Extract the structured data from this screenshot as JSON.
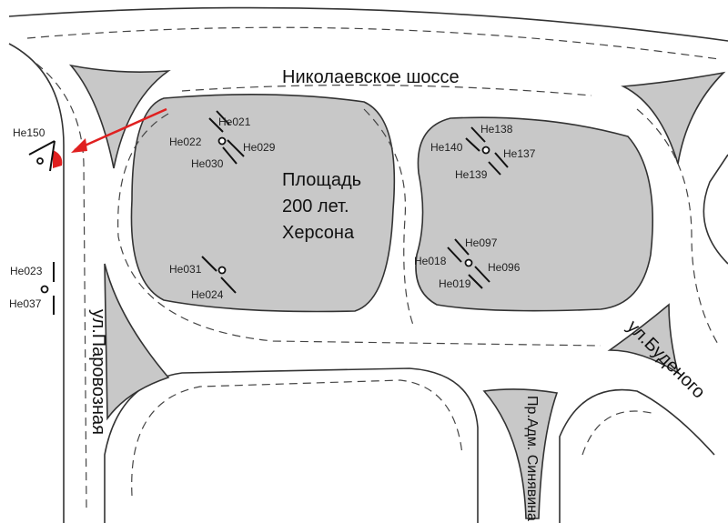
{
  "streets": {
    "top": "Николаевское шоссе",
    "left": "ул.Паровозная",
    "right": "ул.Буденого",
    "bottom": "Пр.Адм. Синявина"
  },
  "square": [
    "Площадь",
    "200 лет.",
    "Херсона"
  ],
  "markers": {
    "m150": "Не150",
    "m021": "Не021",
    "m022": "Не022",
    "m029": "Не029",
    "m030": "Не030",
    "m031": "Не031",
    "m024": "Не024",
    "m023": "Не023",
    "m037": "Не037",
    "m138": "Не138",
    "m140": "Не140",
    "m137": "Не137",
    "m139": "Не139",
    "m097": "Не097",
    "m018": "Не018",
    "m096": "Не096",
    "m019": "Не019"
  },
  "colors": {
    "highlight": "#e02020",
    "island": "#c8c8c8"
  }
}
